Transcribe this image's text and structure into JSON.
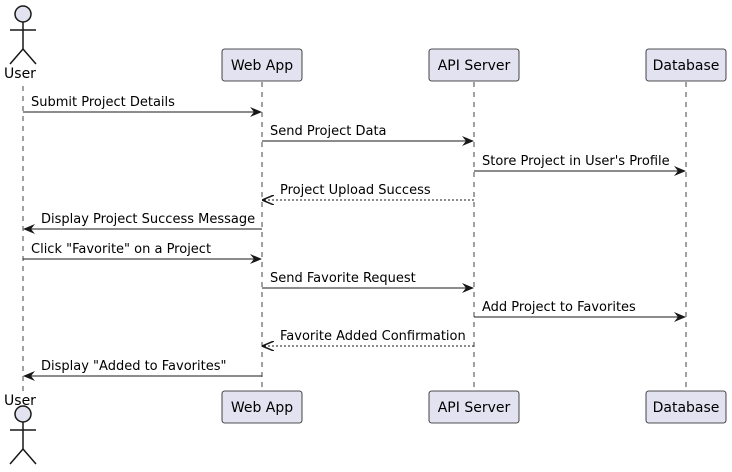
{
  "participants": [
    {
      "id": "user",
      "label": "User",
      "kind": "actor"
    },
    {
      "id": "webapp",
      "label": "Web App",
      "kind": "box"
    },
    {
      "id": "api",
      "label": "API Server",
      "kind": "box"
    },
    {
      "id": "db",
      "label": "Database",
      "kind": "box"
    }
  ],
  "messages": [
    {
      "from": "user",
      "to": "webapp",
      "label": "Submit Project Details",
      "style": "solid"
    },
    {
      "from": "webapp",
      "to": "api",
      "label": "Send Project Data",
      "style": "solid"
    },
    {
      "from": "api",
      "to": "db",
      "label": "Store Project in User's Profile",
      "style": "solid"
    },
    {
      "from": "api",
      "to": "webapp",
      "label": "Project Upload Success",
      "style": "dashed"
    },
    {
      "from": "webapp",
      "to": "user",
      "label": "Display Project Success Message",
      "style": "solid"
    },
    {
      "from": "user",
      "to": "webapp",
      "label": "Click \"Favorite\" on a Project",
      "style": "solid"
    },
    {
      "from": "webapp",
      "to": "api",
      "label": "Send Favorite Request",
      "style": "solid"
    },
    {
      "from": "api",
      "to": "db",
      "label": "Add Project to Favorites",
      "style": "solid"
    },
    {
      "from": "api",
      "to": "webapp",
      "label": "Favorite Added Confirmation",
      "style": "dashed"
    },
    {
      "from": "webapp",
      "to": "user",
      "label": "Display \"Added to Favorites\"",
      "style": "solid"
    }
  ],
  "colors": {
    "box_fill": "#e2e2f0",
    "box_stroke": "#181818",
    "line": "#181818",
    "lifeline": "#181818"
  }
}
